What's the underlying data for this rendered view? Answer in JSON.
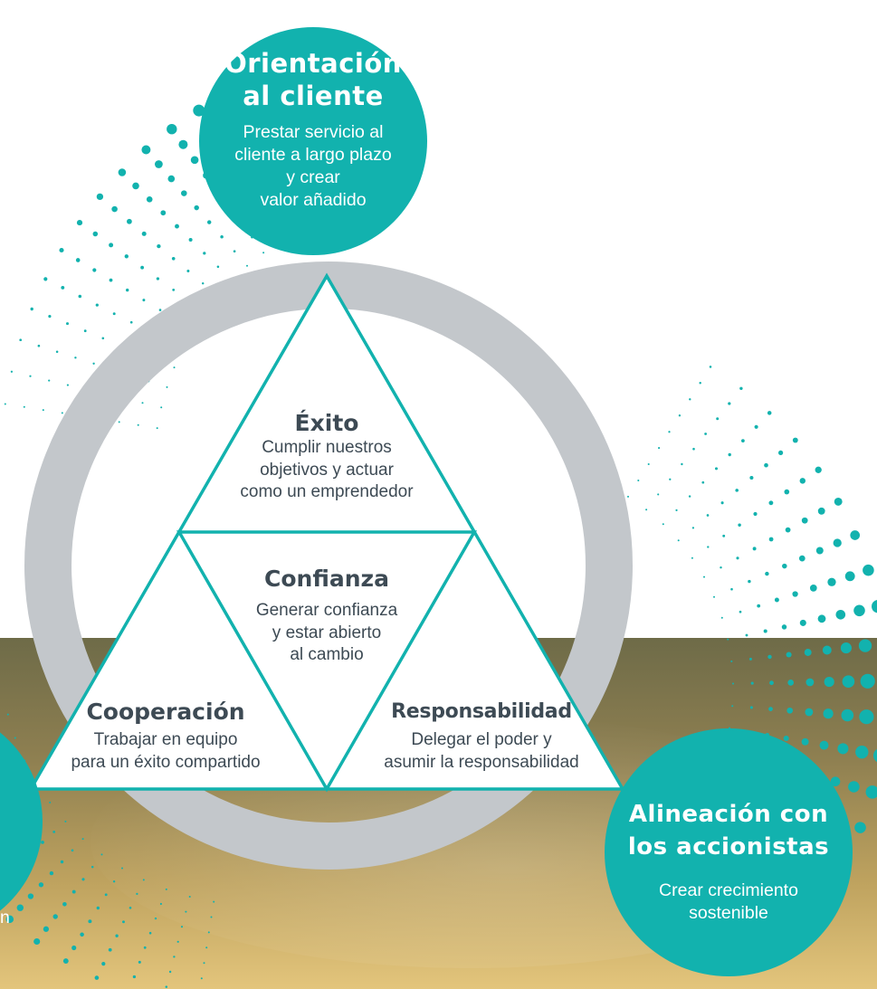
{
  "colors": {
    "teal": "#12b2ae",
    "ring": "#c3c7cb",
    "text_dark": "#3d4a54",
    "sky_top": "#6e6b48",
    "sky_bottom": "#e3c57c"
  },
  "circles": {
    "top": {
      "title": [
        "Orientación",
        "al cliente"
      ],
      "description": [
        "Prestar servicio al",
        "cliente a largo plazo",
        "y crear",
        "valor añadido"
      ]
    },
    "bottom_right": {
      "title": [
        "Alineación con",
        "los accionistas"
      ],
      "description": [
        "Crear crecimiento",
        "sostenible"
      ]
    },
    "bottom_left_partial": {
      "visible_text": "n"
    }
  },
  "triangle": {
    "exito": {
      "title": "Éxito",
      "description": [
        "Cumplir nuestros",
        "objetivos y actuar",
        "como un emprendedor"
      ]
    },
    "confianza": {
      "title": "Confianza",
      "description": [
        "Generar confianza",
        "y estar abierto",
        "al cambio"
      ]
    },
    "cooperacion": {
      "title": "Cooperación",
      "description": [
        "Trabajar en equipo",
        "para un éxito compartido"
      ]
    },
    "responsabilidad": {
      "title": "Responsabilidad",
      "description": [
        "Delegar el poder y",
        "asumir la responsabilidad"
      ]
    }
  }
}
